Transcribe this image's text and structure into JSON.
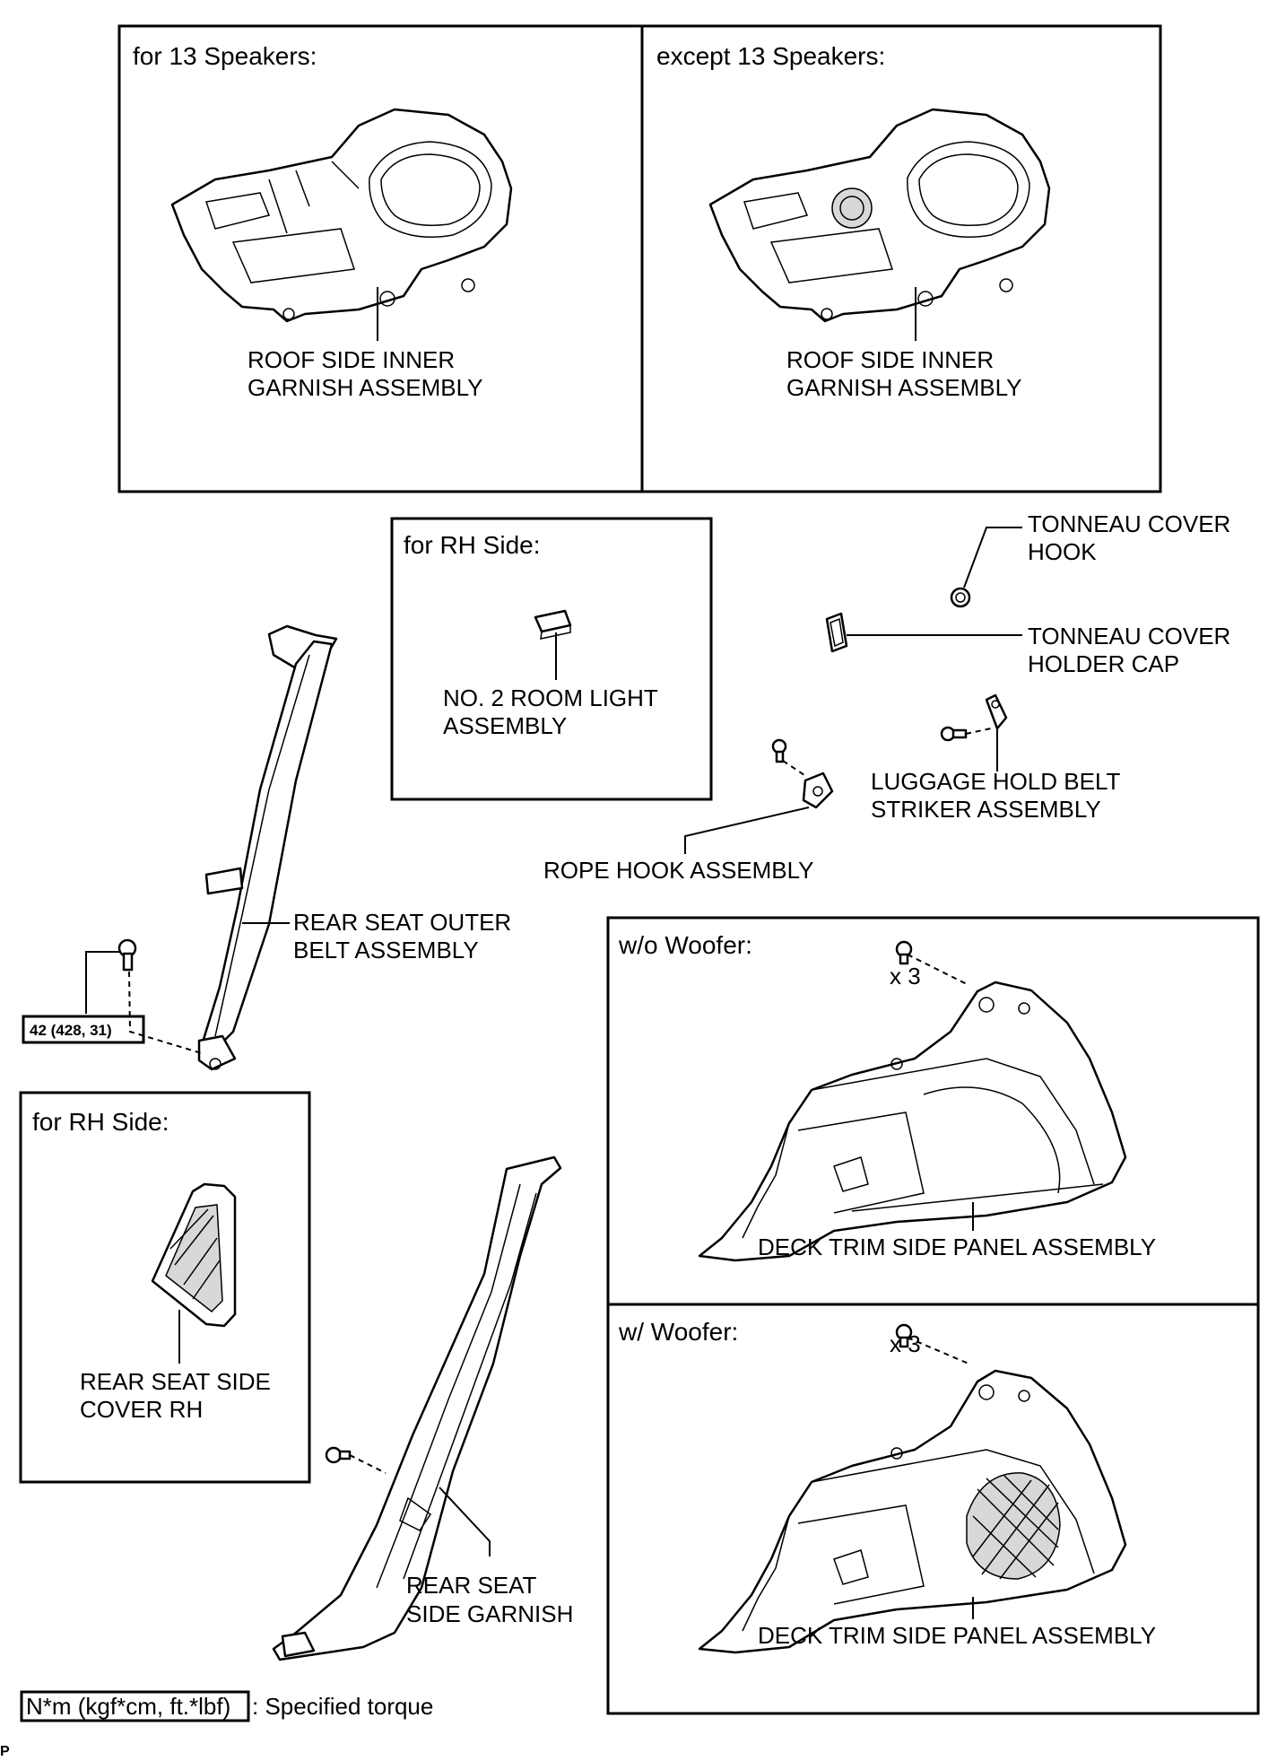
{
  "panels": {
    "for_13_speakers": {
      "header": "for 13 Speakers:",
      "label_1": "ROOF SIDE INNER",
      "label_2": "GARNISH ASSEMBLY"
    },
    "except_13_speakers": {
      "header": "except 13 Speakers:",
      "label_1": "ROOF SIDE INNER",
      "label_2": "GARNISH ASSEMBLY"
    },
    "rh_side_light": {
      "header": "for RH Side:",
      "label_1": "NO. 2 ROOM LIGHT",
      "label_2": "ASSEMBLY"
    },
    "rh_side_cover": {
      "header": "for RH Side:",
      "label_1": "REAR SEAT SIDE",
      "label_2": "COVER RH"
    },
    "wo_woofer": {
      "header": "w/o Woofer:",
      "qty": "x 3",
      "label": "DECK TRIM SIDE PANEL ASSEMBLY"
    },
    "w_woofer": {
      "header": "w/ Woofer:",
      "qty": "x 3",
      "label": "DECK TRIM SIDE PANEL ASSEMBLY"
    }
  },
  "parts": {
    "tonneau_hook": {
      "line1": "TONNEAU COVER",
      "line2": "HOOK"
    },
    "tonneau_cap": {
      "line1": "TONNEAU COVER",
      "line2": "HOLDER CAP"
    },
    "luggage_striker": {
      "line1": "LUGGAGE HOLD BELT",
      "line2": "STRIKER ASSEMBLY"
    },
    "rope_hook": {
      "line1": "ROPE HOOK ASSEMBLY"
    },
    "rear_belt": {
      "line1": "REAR SEAT OUTER",
      "line2": "BELT ASSEMBLY"
    },
    "side_garnish": {
      "line1": "REAR SEAT",
      "line2": "SIDE GARNISH"
    }
  },
  "torque": {
    "value": "42 (428, 31)"
  },
  "legend": {
    "box_text": "N*m (kgf*cm, ft.*lbf)",
    "description": ": Specified torque"
  },
  "footer_mark": "P"
}
